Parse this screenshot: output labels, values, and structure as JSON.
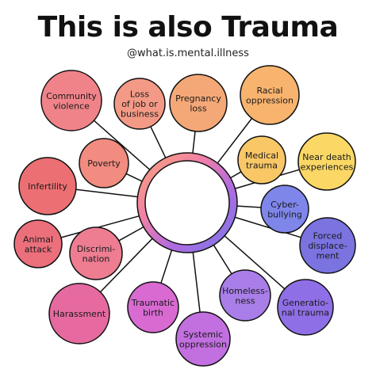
{
  "header": {
    "title": "This is also Trauma",
    "handle": "@what.is.mental.illness"
  },
  "bubbles": [
    {
      "id": "community-violence",
      "lines": [
        "Community",
        "violence"
      ],
      "color": "#f0838a"
    },
    {
      "id": "loss-of-job",
      "lines": [
        "Loss",
        "of job or",
        "business"
      ],
      "color": "#f39a86"
    },
    {
      "id": "pregnancy-loss",
      "lines": [
        "Pregnancy",
        "loss"
      ],
      "color": "#f5a877"
    },
    {
      "id": "racial-oppression",
      "lines": [
        "Racial",
        "oppression"
      ],
      "color": "#f8b46e"
    },
    {
      "id": "poverty",
      "lines": [
        "Poverty"
      ],
      "color": "#f28b80"
    },
    {
      "id": "medical-trauma",
      "lines": [
        "Medical",
        "trauma"
      ],
      "color": "#f9c766"
    },
    {
      "id": "near-death-experiences",
      "lines": [
        "Near death",
        "experiences"
      ],
      "color": "#fbd865"
    },
    {
      "id": "infertility",
      "lines": [
        "Infertility"
      ],
      "color": "#ec6f74"
    },
    {
      "id": "cyber-bullying",
      "lines": [
        "Cyber-",
        "bullying"
      ],
      "color": "#7f86ea"
    },
    {
      "id": "animal-attack",
      "lines": [
        "Animal",
        "attack"
      ],
      "color": "#ec6f7c"
    },
    {
      "id": "discrimination",
      "lines": [
        "Discrimi-",
        "nation"
      ],
      "color": "#ee7d92"
    },
    {
      "id": "forced-displacement",
      "lines": [
        "Forced",
        "displace-",
        "ment"
      ],
      "color": "#7a73e0"
    },
    {
      "id": "harassment",
      "lines": [
        "Harassment"
      ],
      "color": "#e66aa0"
    },
    {
      "id": "traumatic-birth",
      "lines": [
        "Traumatic",
        "birth"
      ],
      "color": "#d86ad2"
    },
    {
      "id": "homelessness",
      "lines": [
        "Homeless-",
        "ness"
      ],
      "color": "#a97ee8"
    },
    {
      "id": "generational-trauma",
      "lines": [
        "Generatio-",
        "nal trauma"
      ],
      "color": "#8f6fe6"
    },
    {
      "id": "systemic-oppression",
      "lines": [
        "Systemic",
        "oppression"
      ],
      "color": "#c26fe0"
    }
  ]
}
